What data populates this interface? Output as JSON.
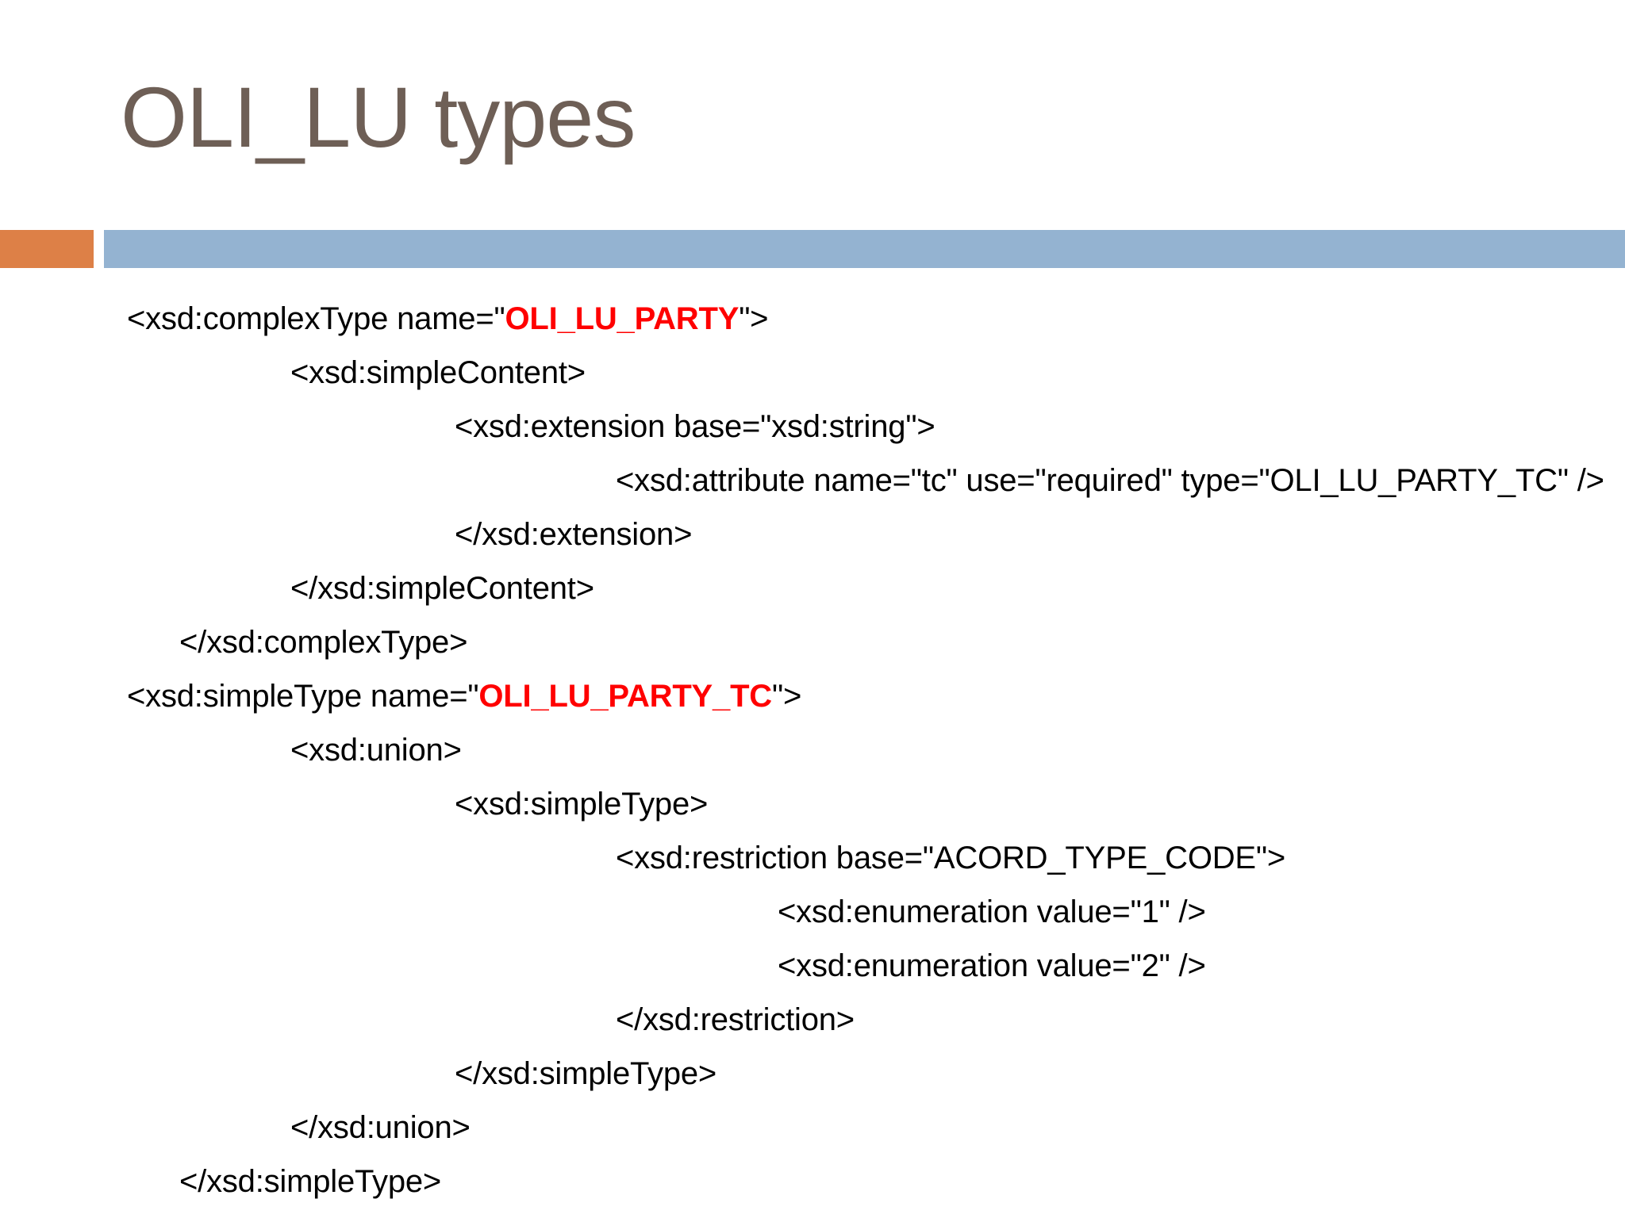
{
  "slide": {
    "title": "OLI_LU types",
    "title_color": "#6E5F56",
    "background_color": "#FFFFFF",
    "accent_bar_color": "#DD8047",
    "main_bar_color": "#94B3D1",
    "highlight_color": "#FF0000"
  },
  "code": {
    "language": "xml-schema",
    "lines": [
      {
        "indent": 0,
        "pre": "<xsd:complexType name=\"",
        "highlight": "OLI_LU_PARTY",
        "post": "\">"
      },
      {
        "indent": 1,
        "pre": "<xsd:simpleContent>",
        "highlight": "",
        "post": ""
      },
      {
        "indent": 2,
        "pre": "<xsd:extension base=\"xsd:string\">",
        "highlight": "",
        "post": ""
      },
      {
        "indent": 3,
        "pre": "<xsd:attribute name=\"tc\" use=\"required\" type=\"OLI_LU_PARTY_TC\" />",
        "highlight": "",
        "post": ""
      },
      {
        "indent": 2,
        "pre": "</xsd:extension>",
        "highlight": "",
        "post": ""
      },
      {
        "indent": 1,
        "pre": "</xsd:simpleContent>",
        "highlight": "",
        "post": ""
      },
      {
        "indent": 0,
        "pre": "</xsd:complexType>",
        "highlight": "",
        "post": ""
      },
      {
        "indent": 0,
        "pre": "<xsd:simpleType name=\"",
        "highlight": "OLI_LU_PARTY_TC",
        "post": "\">"
      },
      {
        "indent": 1,
        "pre": "<xsd:union>",
        "highlight": "",
        "post": ""
      },
      {
        "indent": 2,
        "pre": "<xsd:simpleType>",
        "highlight": "",
        "post": ""
      },
      {
        "indent": 3,
        "pre": "<xsd:restriction base=\"ACORD_TYPE_CODE\">",
        "highlight": "",
        "post": ""
      },
      {
        "indent": 4,
        "pre": "<xsd:enumeration value=\"1\" />",
        "highlight": "",
        "post": ""
      },
      {
        "indent": 4,
        "pre": "<xsd:enumeration value=\"2\" />",
        "highlight": "",
        "post": ""
      },
      {
        "indent": 3,
        "pre": "</xsd:restriction>",
        "highlight": "",
        "post": ""
      },
      {
        "indent": 2,
        "pre": "</xsd:simpleType>",
        "highlight": "",
        "post": ""
      },
      {
        "indent": 1,
        "pre": "</xsd:union>",
        "highlight": "",
        "post": ""
      },
      {
        "indent": 0,
        "pre": "</xsd:simpleType>",
        "highlight": "",
        "post": ""
      }
    ]
  }
}
